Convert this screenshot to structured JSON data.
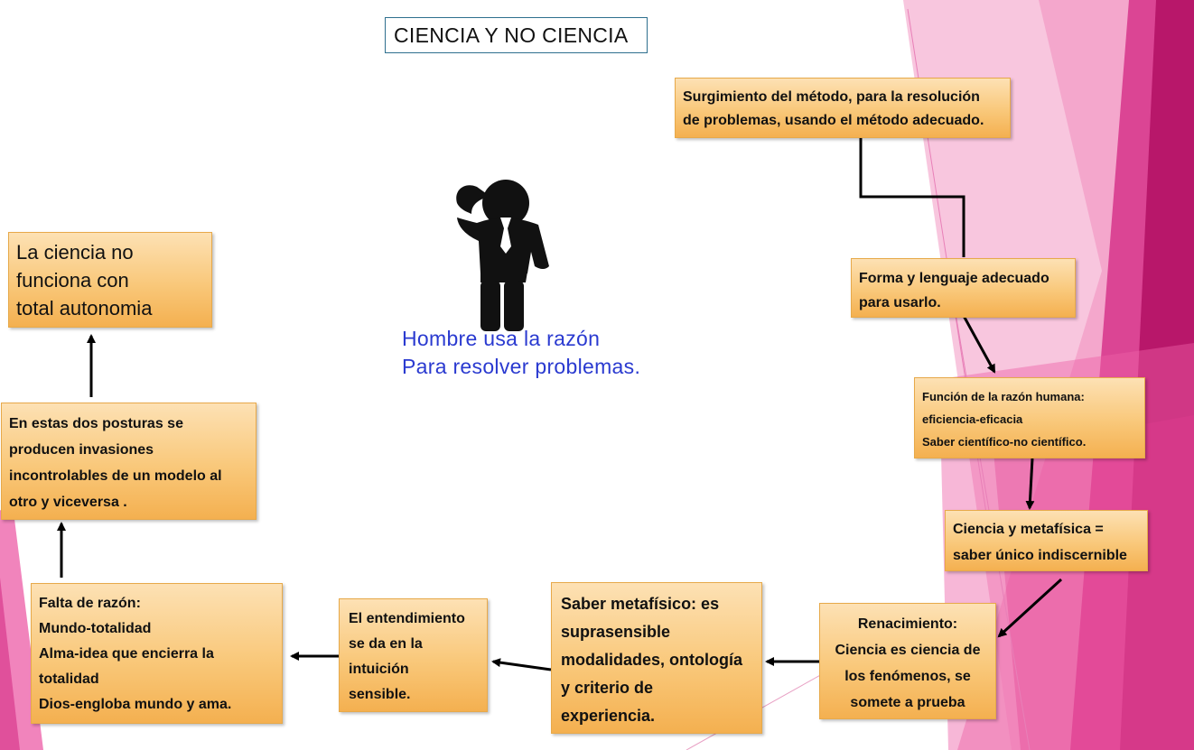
{
  "title": "CIENCIA Y NO CIENCIA",
  "caption": "Hombre usa la razón\nPara resolver problemas.",
  "boxes": {
    "surgimiento": "Surgimiento del método, para la resolución\nde problemas, usando el método adecuado.",
    "forma": "Forma y lenguaje adecuado\npara usarlo.",
    "funcion": "Función de la razón humana:\neficiencia-eficacia\nSaber científico-no científico.",
    "ciencia_metafisica": "Ciencia y metafísica =\nsaber único indiscernible",
    "renacimiento": "Renacimiento:\nCiencia es ciencia de\nlos fenómenos, se\nsomete a prueba",
    "saber_metafisico": "Saber metafísico: es\nsuprasensible\nmodalidades, ontología\ny criterio de\nexperiencia.",
    "entendimiento": "El entendimiento\nse da en la\nintuición\nsensible.",
    "falta_razon": "Falta de razón:\nMundo-totalidad\nAlma-idea que encierra la\ntotalidad\nDios-engloba mundo y ama.",
    "posturas": "En estas dos posturas se\nproducen invasiones\nincontrolables de un modelo al\notro y viceversa .",
    "ciencia_no": "La ciencia no\nfunciona con\ntotal autonomia"
  },
  "colors": {
    "box_top": "#fde1b4",
    "box_bottom": "#f4b050",
    "caption": "#2a3ad0",
    "pink_dark": "#c2186b",
    "pink_light": "#f4a6cd"
  }
}
